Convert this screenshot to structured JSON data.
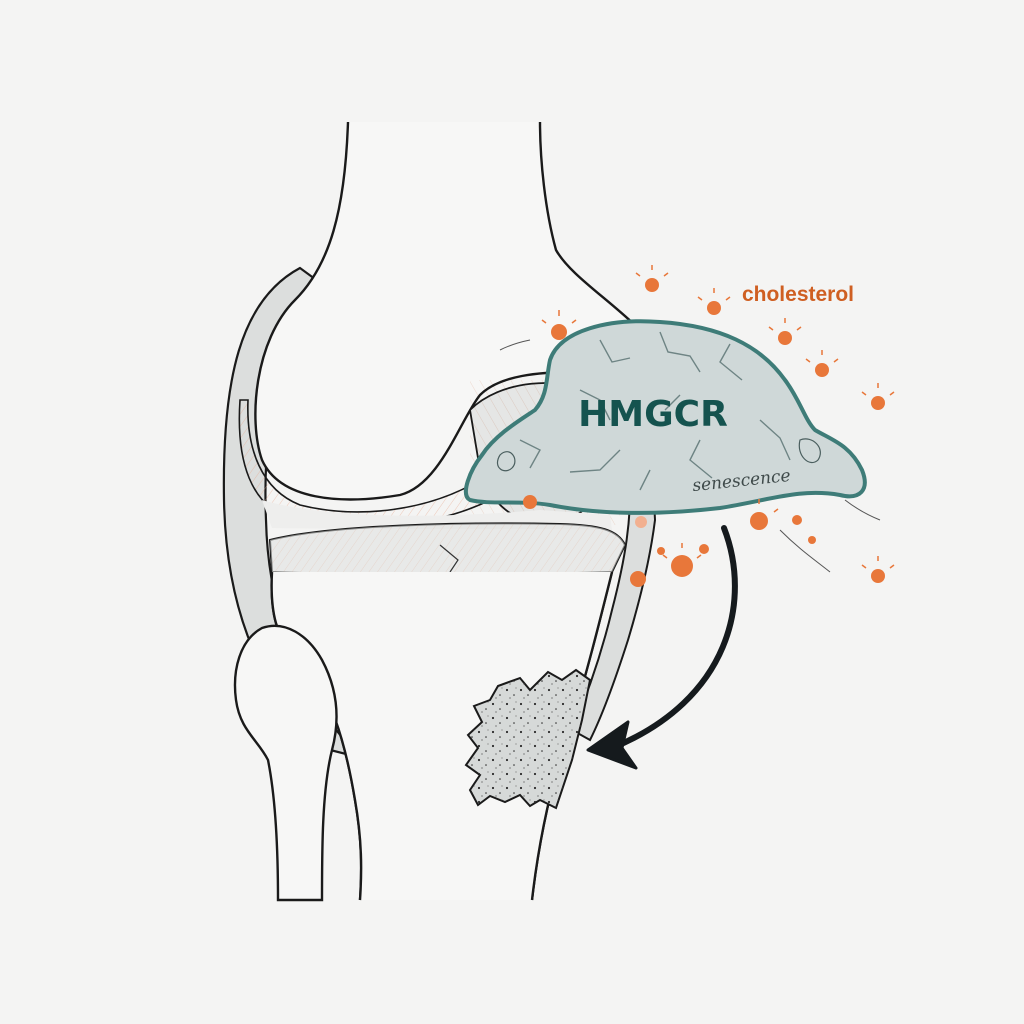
{
  "labels": {
    "enzyme": "HMGCR",
    "molecule": "cholesterol",
    "state": "senescence"
  },
  "colors": {
    "background": "#f4f4f3",
    "bone_outline": "#1a1a1a",
    "cartilage": "#d9dbda",
    "cell_fill": "#cfd8d8",
    "cell_outline": "#3e7c78",
    "enzyme_text": "#15534f",
    "cholesterol": "#e8773a",
    "cholesterol_text": "#cf5f22",
    "arrow": "#151a1d",
    "lesion": "#d6d9d8"
  },
  "icons": {
    "cholesterol_particle": "sparkle-dot-icon",
    "arrow": "curved-arrow-icon"
  }
}
